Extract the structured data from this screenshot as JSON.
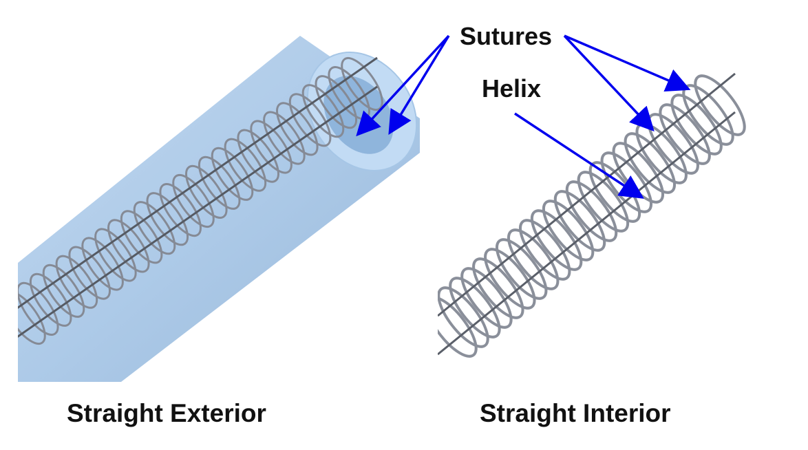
{
  "labels": {
    "sutures": "Sutures",
    "helix": "Helix"
  },
  "captions": {
    "left": "Straight Exterior",
    "right": "Straight Interior"
  },
  "colors": {
    "arrow": "#0000ee",
    "tube_fill": "#9ec3e6",
    "tube_end": "#bcd8f2",
    "wire": "#8a8f9a",
    "wire_dark": "#5a5f69",
    "text": "#111111"
  },
  "icons": {
    "tube": "transparent-tube",
    "helix": "helical-coil",
    "suture": "straight-suture-rod"
  }
}
